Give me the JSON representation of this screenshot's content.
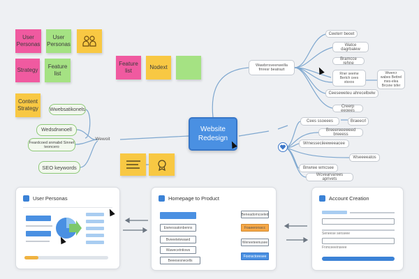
{
  "stickies": {
    "user_personas": "User Personas",
    "user_personas_green": "User Personas",
    "strategy": "Strategy",
    "feature_list_green": "Feature list",
    "feature_list_pink": "Feature list",
    "nodext": "Nodext",
    "content_strategy": "Content Strategy"
  },
  "left_nodes": {
    "node_top": "Wwebsatikonels",
    "node_mid": "Wedsdrwnoell",
    "node_low": "Feardcoed snmabd Sinnet teoncero",
    "seo_keywords": "SEO keywords",
    "link_label": "Wewoit"
  },
  "hub": {
    "title": "Website Redesign"
  },
  "right_top": {
    "branch": "Wawbrrsveerweilla fmresr beatrazt",
    "a1": "Ceeterr beoet",
    "a2": "Watce dagrbalew",
    "a3": "Bramcce rehne",
    "b1": "Rner seeme Bertch cees stsxos",
    "b2": "Wwercr wabes Bettrel mes-elea Brcsne tsfer",
    "c1": "Ceeseweteu ahrecelbelw",
    "c2": "Creerp eeoees"
  },
  "right_bottom": {
    "d1": "Cees ssoeees",
    "d2": "Braeecrl",
    "d3": "Breeereeeweed breeess",
    "d4": "Wrnesseciieeweeacee",
    "d5": "Wseeeeatos",
    "d6": "Bnwree wmcsee",
    "d7": "Wcvearvarees aprivets"
  },
  "panels": {
    "p1_title": "User Personas",
    "p2_title": "Homepage to Product",
    "p3_title": "Account Creation",
    "p2_left": [
      "Ewnessatonbenns",
      "Bveeetetewaed",
      "Wawecetntiows",
      "Beeesesnecells"
    ],
    "p2_right": [
      "Beneadomcoeled",
      "Foaeerorsscc",
      "Weneeteenusee",
      "Foxnsctoresee"
    ],
    "p3_rows": [
      "Seneese senseee",
      "Fnmceeeinseee"
    ]
  },
  "colors": {
    "pink": "#f05aa0",
    "green": "#a5e283",
    "yellow": "#f8c843",
    "blue": "#4a90e2",
    "orange": "#f7a847"
  }
}
